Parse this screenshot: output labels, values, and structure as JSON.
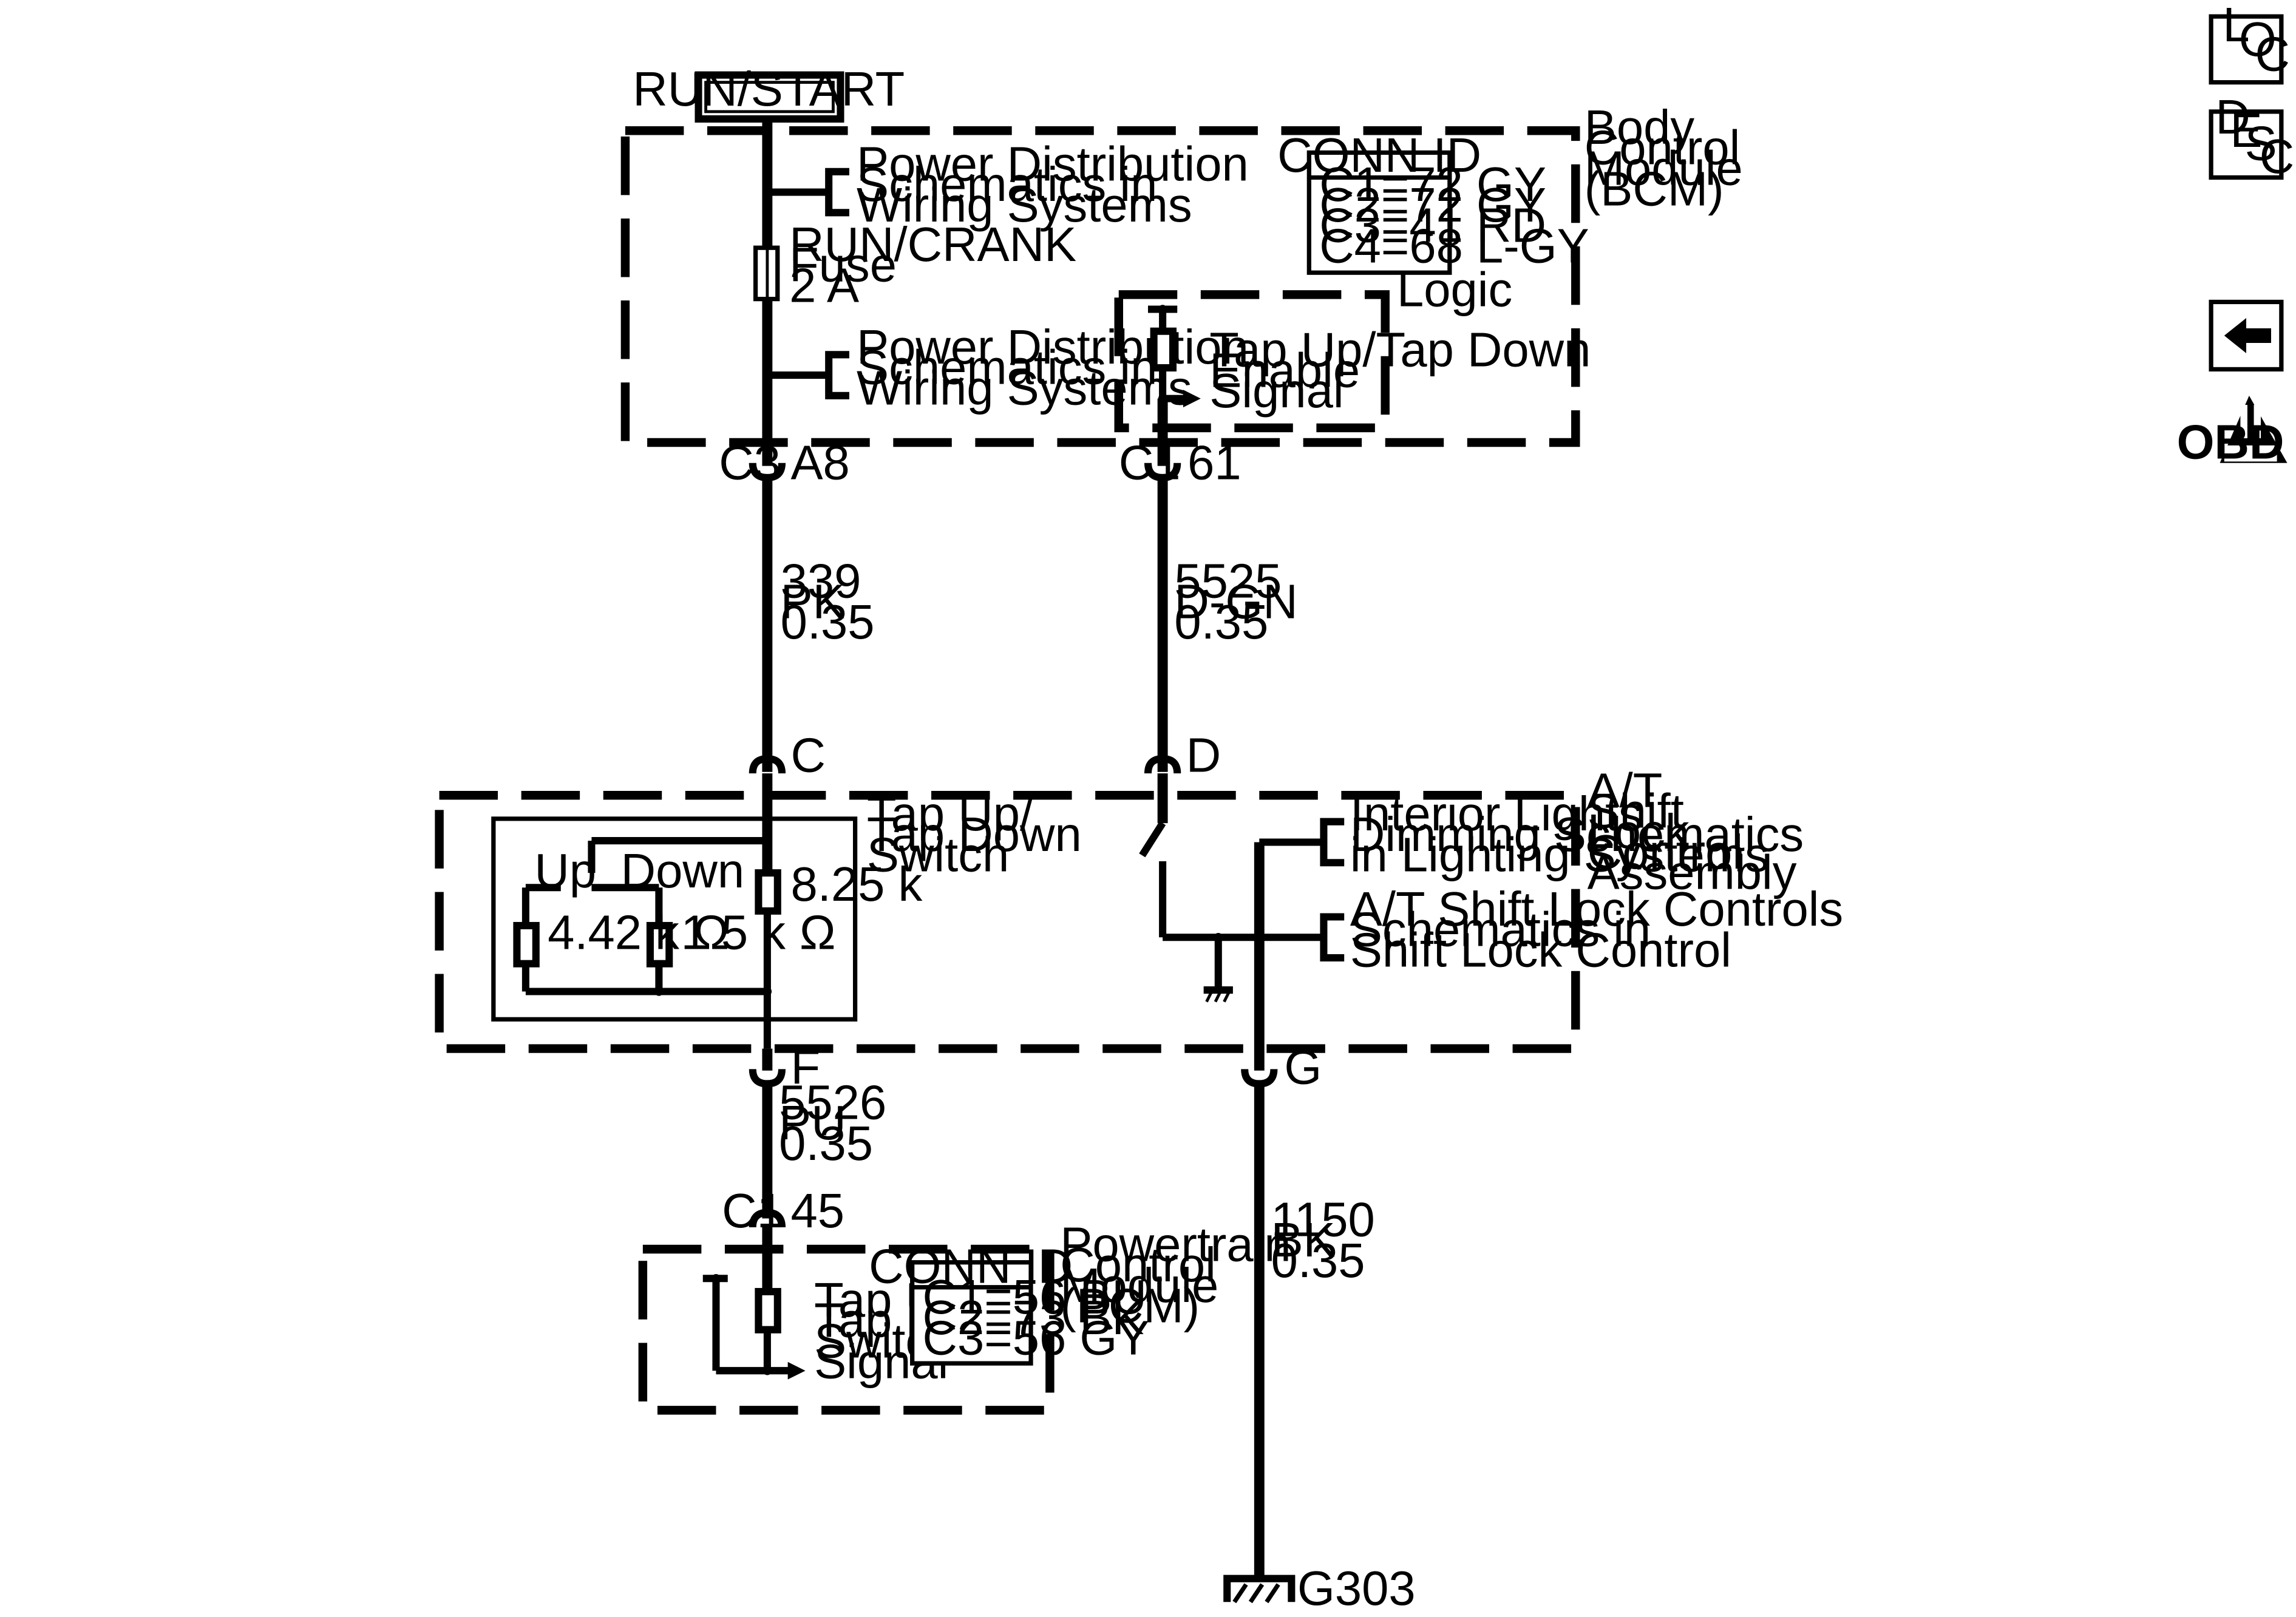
{
  "power_source": "RUN/START",
  "bcm": {
    "name_lines": [
      "Body",
      "Control",
      "Module",
      "(BCM)"
    ],
    "conn_id": {
      "title": "CONN ID",
      "rows": [
        "C1=72 GY",
        "C2=72 GY",
        "C3=41 RD",
        "C4=68 L-GY"
      ]
    },
    "power_dist_upper": [
      "Power Distribution",
      "Schematics in",
      "Wiring Systems"
    ],
    "fuse": [
      "RUN/CRANK",
      "Fuse",
      "2 A"
    ],
    "power_dist_lower": [
      "Power Distribution",
      "Schematics in",
      "Wiring Systems"
    ],
    "logic_label": "Logic",
    "logic_signal": [
      "Tap Up/Tap Down",
      "Enable",
      "Signal"
    ],
    "conn_left": {
      "connector": "C3",
      "pin": "A8"
    },
    "conn_right": {
      "connector": "C1",
      "pin": "61"
    }
  },
  "wire_339": [
    "339",
    "PK",
    "0.35"
  ],
  "wire_5525": [
    "5525",
    "D-GN",
    "0.35"
  ],
  "shift_lock": {
    "name_lines": [
      "A/T",
      "Shift",
      "Lock",
      "Control",
      "Assembly"
    ],
    "pin_c": "C",
    "pin_d": "D",
    "pin_f": "F",
    "pin_g": "G",
    "switch_label": [
      "Tap Up/",
      "Tap Down",
      "Switch"
    ],
    "up": "Up",
    "down": "Down",
    "r1": "8.25 k",
    "r2": "4.42 k Ω",
    "r3": "1.5 k Ω",
    "interior_ref": [
      "Interior Lights",
      "Dimming Schematics",
      "in Lighting Systems"
    ],
    "shift_ref": [
      "A/T Shift Lock Controls",
      "Schematics in",
      "Shift Lock Control"
    ]
  },
  "wire_5526": [
    "5526",
    "PU",
    "0.35"
  ],
  "wire_1150": [
    "1150",
    "BK",
    "0.35"
  ],
  "pcm": {
    "name_lines": [
      "Powertrain",
      "Control",
      "Module",
      "(PCM)"
    ],
    "conn": {
      "connector": "C1",
      "pin": "45"
    },
    "conn_id": {
      "title": "CONN ID",
      "rows": [
        "C1=56 BU",
        "C2=73 BK",
        "C3=56 GY"
      ]
    },
    "signal": [
      "Tap Up/",
      "Tap Down",
      "Switch",
      "Signal"
    ]
  },
  "ground": "G303",
  "nav": {
    "loc": [
      "L",
      "O",
      "C"
    ],
    "desc": [
      "D",
      "E",
      "S",
      "C"
    ],
    "obd_numeral": "II",
    "obd_text": "OBD II"
  }
}
